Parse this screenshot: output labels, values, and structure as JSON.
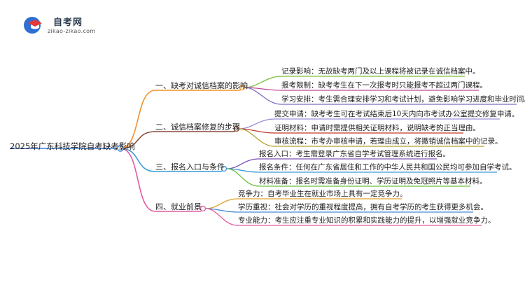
{
  "logo": {
    "name": "自考网",
    "url": "zikao-zikao.com"
  },
  "mindmap": {
    "root": "2025年广东科技学院自考缺考影响",
    "branches": [
      {
        "label": "一、缺考对诚信档案的影响",
        "color": "#f0922a",
        "leaves": [
          {
            "text": "记录影响：无故缺考两门及以上课程将被记录在诚信档案中。",
            "color": "#7bbf3a"
          },
          {
            "text": "报考限制：缺考考生在下一次报考时只能报考不超过两门课程。",
            "color": "#c04a9a"
          },
          {
            "text": "学习安排：考生需合理安排学习和考试计划，避免影响学习进度和毕业时间。",
            "color": "#7c6bc4"
          }
        ]
      },
      {
        "label": "二、诚信档案修复的步骤",
        "color": "#8a4a3a",
        "leaves": [
          {
            "text": "提交申请：缺考考生可在考试结束后10天内向市考试办公室提交修复申请。",
            "color": "#9b8fd6"
          },
          {
            "text": "证明材料：申请时需提供相关证明材料，说明缺考的正当理由。",
            "color": "#c0392b"
          },
          {
            "text": "审核流程：市考办审核申请，若理由成立，将撤销诚信档案中的记录。",
            "color": "#b8a02a"
          }
        ]
      },
      {
        "label": "三、报名入口与条件",
        "color": "#3a9ad9",
        "leaves": [
          {
            "text": "报名入口：考生需登录广东省自学考试管理系统进行报名。",
            "color": "#7b4fb5"
          },
          {
            "text": "报名条件：任何在广东省居住和工作的中华人民共和国公民均可参加自学考试。",
            "color": "#3a9ad9"
          },
          {
            "text": "材料准备：报名时需准备身份证明、学历证明及免冠照片等基本材料。",
            "color": "#6abf3a"
          }
        ]
      },
      {
        "label": "四、就业前景",
        "color": "#e25aa0",
        "leaves": [
          {
            "text": "竞争力：自考毕业生在就业市场上具有一定竞争力。",
            "color": "#e0a02a"
          },
          {
            "text": "学历重视：社会对学历的重视程度提高，拥有自考学历的考生获得更多机会。",
            "color": "#4a8ad9"
          },
          {
            "text": "专业能力：考生应注重专业知识的积累和实践能力的提升，以增强就业竞争力。",
            "color": "#e25aa0"
          }
        ]
      }
    ]
  }
}
